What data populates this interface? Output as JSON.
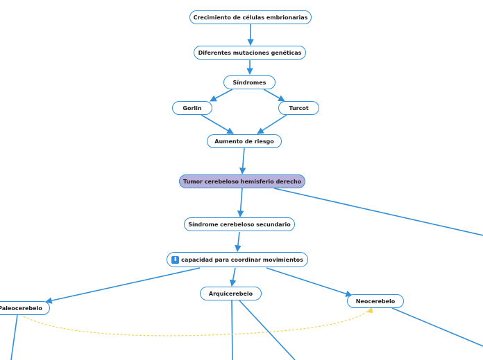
{
  "diagram": {
    "colors": {
      "line": "#2f8fd8",
      "dashed": "#f2d44a",
      "central": "#b8b1dc"
    },
    "nodes": {
      "n1": "Crecimiento de células embrionarias",
      "n2": "Diferentes mutaciones genéticas",
      "n3": "Síndromes",
      "n4": "Gorlin",
      "n5": "Turcot",
      "n6": "Aumento de riesgo",
      "n7": "Tumor cerebeloso hemisferio derecho",
      "n8": "Síndrome cerebeloso secundario",
      "n9": "capacidad para coordinar movimientos",
      "n10": "Paleocerebelo",
      "n11": "Arquicerebelo",
      "n12": "Neocerebelo"
    },
    "icons": {
      "n9": "arrow-down-icon"
    }
  }
}
